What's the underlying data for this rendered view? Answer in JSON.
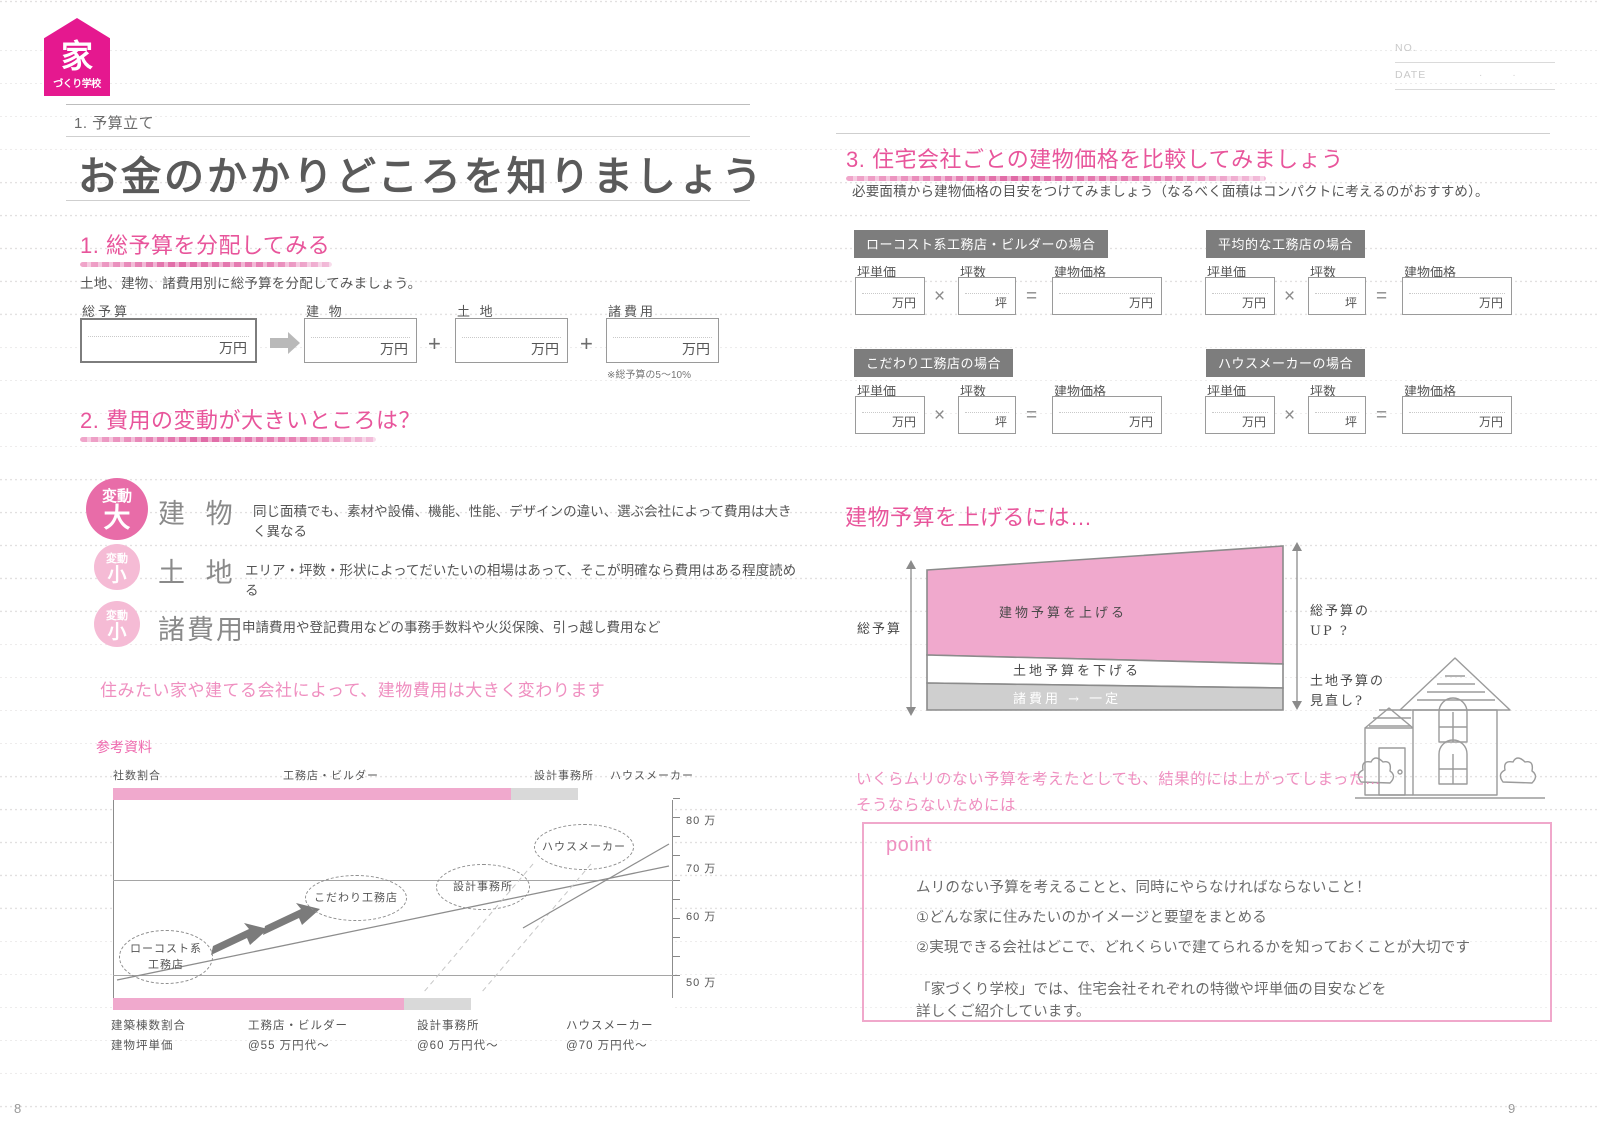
{
  "brand": {
    "kanji": "家",
    "sub": "づくり学校"
  },
  "left": {
    "breadcrumb": "1. 予算立て",
    "title": "お金のかかりどころを知りましょう",
    "page_number": "8",
    "section1": {
      "heading": "1. 総予算を分配してみる",
      "description": "土地、建物、諸費用別に総予算を分配してみましょう。",
      "total_label": "総予算",
      "total_unit": "万円",
      "arrow": "→",
      "parts": [
        {
          "label": "建 物",
          "unit": "万円",
          "op": "+"
        },
        {
          "label": "土 地",
          "unit": "万円",
          "op": "+"
        },
        {
          "label": "諸費用",
          "unit": "万円",
          "op": ""
        }
      ],
      "footnote": "※総予算の5〜10%"
    },
    "section2": {
      "heading": "2. 費用の変動が大きいところは？",
      "rows": [
        {
          "badge_top": "変動",
          "badge_main": "大",
          "name": "建 物",
          "desc": "同じ面積でも、素材や設備、機能、性能、デザインの違い、選ぶ会社によって費用は大きく異なる",
          "size": "big"
        },
        {
          "badge_top": "変動",
          "badge_main": "小",
          "name": "土 地",
          "desc": "エリア・坪数・形状によってだいたいの相場はあって、そこが明確なら費用はある程度読める",
          "size": "small"
        },
        {
          "badge_top": "変動",
          "badge_main": "小",
          "name": "諸費用",
          "desc": "申請費用や登記費用などの事務手数料や火災保険、引っ越し費用など",
          "size": "small"
        }
      ],
      "conclusion": "住みたい家や建てる会社によって、建物費用は大きく変わります"
    },
    "reference": {
      "heading": "参考資料"
    }
  },
  "right": {
    "page_number": "9",
    "no_label": "NO.",
    "date_label": "DATE",
    "date_dots": "··",
    "section3": {
      "heading": "3. 住宅会社ごとの建物価格を比較してみましょう",
      "description": "必要面積から建物価格の目安をつけてみましょう（なるべく面積はコンパクトに考えるのがおすすめ）。",
      "field_labels": {
        "unit_price": "坪単価",
        "tsubo": "坪数",
        "building_price": "建物価格"
      },
      "units": {
        "man_yen": "万円",
        "tsubo": "坪"
      },
      "operators": {
        "times": "×",
        "equals": "="
      },
      "cards": [
        {
          "tag": "ローコスト系工務店・ビルダーの場合"
        },
        {
          "tag": "平均的な工務店の場合"
        },
        {
          "tag": "こだわり工務店の場合"
        },
        {
          "tag": "ハウスメーカーの場合"
        }
      ]
    },
    "budget": {
      "heading": "建物予算を上げるには…",
      "left_bracket": "総予算",
      "band_building": "建物予算を上げる",
      "band_land": "土地予算を下げる",
      "band_misc": "諸費用 → 一定",
      "right_top": "総予算の\nUP ?",
      "right_top_l1": "総予算の",
      "right_top_l2": "UP ?",
      "right_bottom_l1": "土地予算の",
      "right_bottom_l2": "見直し?"
    },
    "lead": {
      "line1": "いくらムリのない予算を考えたとしても、結果的には上がってしまった…",
      "line2": "そうならないためには"
    },
    "point": {
      "title": "point",
      "lines": [
        "ムリのない予算を考えることと、同時にやらなければならないこと！",
        "①どんな家に住みたいのかイメージと要望をまとめる",
        "②実現できる会社はどこで、どれくらいで建てられるかを知っておくことが大切です"
      ],
      "footer_l1": "「家づくり学校」では、住宅会社それぞれの特徴や坪単価の目安などを",
      "footer_l2": "詳しくご紹介しています。"
    }
  },
  "colors": {
    "brand_magenta": "#e5188f",
    "pink_heading": "#e8559b",
    "pink_light": "#f0a9cd",
    "badge_big": "#e86ca8",
    "badge_small": "#f5bbd5",
    "gray_tag": "#7d7d7d",
    "gray_segment": "#d9d9d9"
  },
  "chart_data": {
    "type": "bar",
    "title": "参考資料",
    "ylabel": "建物坪単価",
    "ytick_labels": [
      "80 万",
      "70 万",
      "60 万",
      "50 万"
    ],
    "ytick_values": [
      80,
      70,
      60,
      50
    ],
    "ylim": [
      45,
      85
    ],
    "grid": true,
    "top_axis_label": "社数割合",
    "bottom_axis_label": "建築棟数割合",
    "top_segments": [
      {
        "name": "工務店・ビルダー",
        "share_pct": 71,
        "color": "#f0a9cd"
      },
      {
        "name": "設計事務所",
        "share_pct": 12,
        "color": "#d9d9d9"
      },
      {
        "name": "ハウスメーカー",
        "share_pct": 17,
        "color": "#ffffff"
      }
    ],
    "bottom_segments": [
      {
        "name": "工務店・ビルダー",
        "share_pct": 52,
        "color": "#f0a9cd"
      },
      {
        "name": "設計事務所",
        "share_pct": 12,
        "color": "#d9d9d9"
      },
      {
        "name": "ハウスメーカー",
        "share_pct": 36,
        "color": "#ffffff"
      }
    ],
    "bubbles": [
      {
        "label": "ローコスト系\n工務店",
        "l1": "ローコスト系",
        "l2": "工務店"
      },
      {
        "label": "こだわり工務店",
        "l1": "こだわり工務店",
        "l2": ""
      },
      {
        "label": "設計事務所",
        "l1": "設計事務所",
        "l2": ""
      },
      {
        "label": "ハウスメーカー",
        "l1": "ハウスメーカー",
        "l2": ""
      }
    ],
    "bottom_price_labels": [
      {
        "category": "工務店・ビルダー",
        "price": "@55 万円代〜"
      },
      {
        "category": "設計事務所",
        "price": "@60 万円代〜"
      },
      {
        "category": "ハウスメーカー",
        "price": "@70 万円代〜"
      }
    ],
    "row_labels": {
      "top": "社数割合",
      "bottom1": "建築棟数割合",
      "bottom2": "建物坪単価"
    }
  }
}
